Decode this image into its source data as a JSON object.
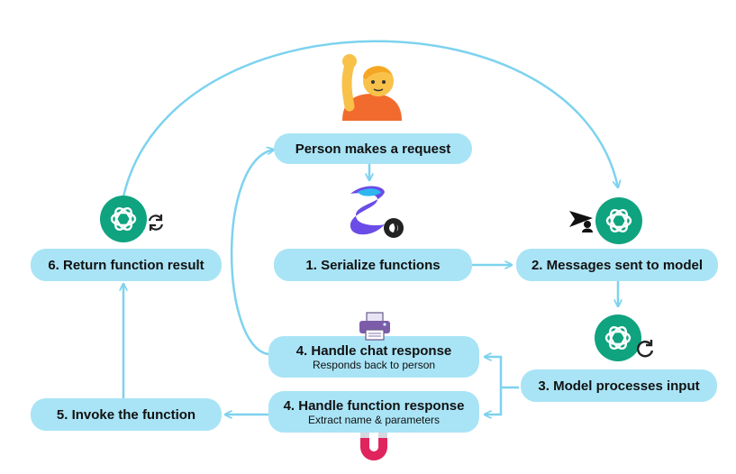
{
  "colors": {
    "pill_fill": "#a8e4f6",
    "arrow": "#7dd3ef",
    "openai_green": "#10a37f",
    "text": "#111111"
  },
  "nodes": {
    "person": {
      "label": "Person makes a request"
    },
    "serialize": {
      "label": "1. Serialize functions"
    },
    "messages": {
      "label": "2. Messages sent to model"
    },
    "model": {
      "label": "3. Model processes input"
    },
    "chat": {
      "label": "4. Handle chat response",
      "sub": "Responds back to person"
    },
    "function": {
      "label": "4. Handle function response",
      "sub": "Extract name & parameters"
    },
    "invoke": {
      "label": "5. Invoke the function"
    },
    "result": {
      "label": "6. Return function result"
    }
  },
  "icons": [
    "person-raising-hand-icon",
    "semantic-kernel-logo-icon",
    "openai-logo-icon",
    "send-icon",
    "refresh-icon",
    "printer-icon",
    "magnet-icon"
  ]
}
